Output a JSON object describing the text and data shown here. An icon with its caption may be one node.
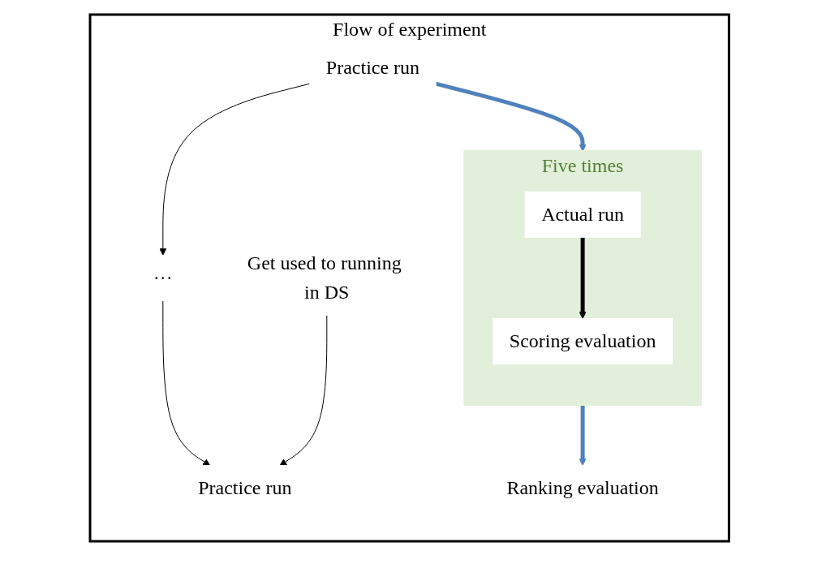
{
  "diagram": {
    "nodes": [
      {
        "text": [
          "Flow of experiment"
        ]
      },
      {
        "text": [
          "Practice run"
        ],
        "in": 0
      },
      {
        "text": [
          "···"
        ],
        "in": 0
      },
      {
        "text": [
          "Practice run"
        ],
        "in": 0
      },
      {
        "text": [
          "Get used to running in DS"
        ],
        "in": 0
      },
      {
        "text": [],
        "shape": "box",
        "in": 0,
        "beside": [
          "Five times"
        ]
      },
      {
        "text": [
          "Actual run"
        ],
        "in": 5
      },
      {
        "text": [
          "Scoring evaluation"
        ],
        "in": 5
      },
      {
        "text": [
          "Ranking evaluation"
        ],
        "in": 0
      }
    ],
    "edges": [
      {
        "from": 1,
        "to": 2,
        "arrow": "to"
      },
      {
        "from": 2,
        "to": 3,
        "arrow": "to"
      },
      {
        "from": 4,
        "to": 3,
        "arrow": "to"
      },
      {
        "from": 1,
        "to": 5,
        "arrow": "to",
        "style": "thick",
        "color": "#4f81bd"
      },
      {
        "from": 6,
        "to": 7,
        "arrow": "to",
        "style": "thick"
      },
      {
        "from": 5,
        "to": 8,
        "arrow": "to",
        "style": "thick",
        "color": "#4f81bd"
      }
    ]
  }
}
